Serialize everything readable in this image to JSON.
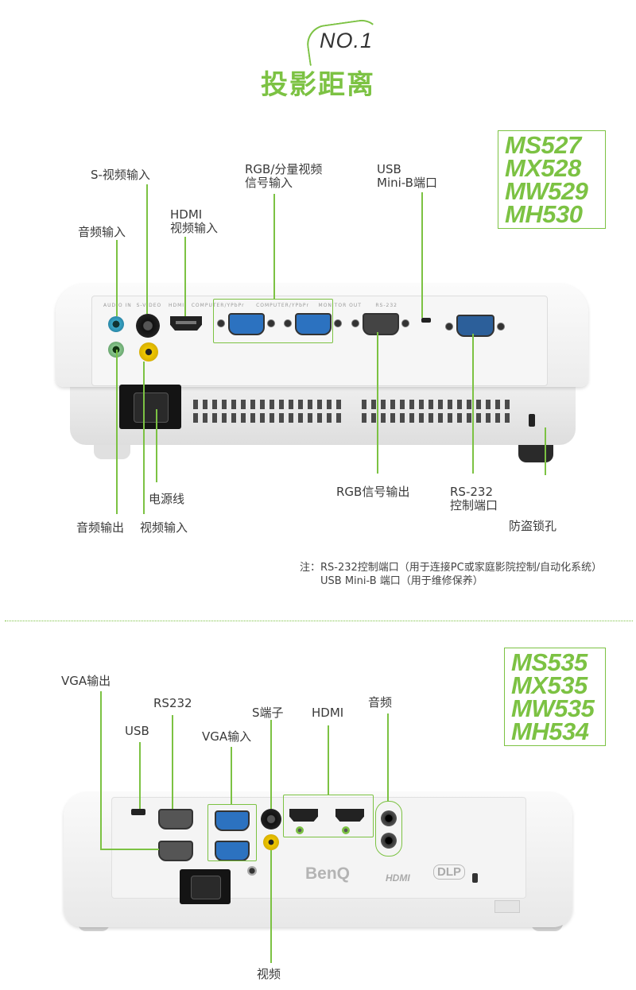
{
  "header": {
    "badge": "NO.1",
    "title": "投影距离"
  },
  "section1": {
    "models": [
      "MS527",
      "MX528",
      "MW529",
      "MH530"
    ],
    "labels": {
      "s_video_in": "S-视频输入",
      "rgb_component_in_1": "RGB/分量视频",
      "rgb_component_in_2": "信号输入",
      "usb_1": "USB",
      "usb_2": "Mini-B端口",
      "hdmi_1": "HDMI",
      "hdmi_2": "视频输入",
      "audio_in": "音频输入",
      "power_cord": "电源线",
      "rgb_out": "RGB信号输出",
      "rs232_1": "RS-232",
      "rs232_2": "控制端口",
      "audio_out": "音频输出",
      "video_in": "视频输入",
      "lock": "防盗锁孔"
    },
    "notes": [
      "注：RS-232控制端口（用于连接PC或家庭影院控制/自动化系统）",
      "USB Mini-B 端口（用于维修保养）"
    ]
  },
  "section2": {
    "models": [
      "MS535",
      "MX535",
      "MW535",
      "MH534"
    ],
    "labels": {
      "vga_out": "VGA输出",
      "rs232": "RS232",
      "usb": "USB",
      "vga_in": "VGA输入",
      "s_port": "S端子",
      "hdmi": "HDMI",
      "audio": "音频",
      "video": "视频"
    },
    "logos": {
      "brand": "BenQ",
      "hdmi": "HDMI",
      "dlp": "DLP"
    }
  },
  "colors": {
    "accent": "#7cc243",
    "text": "#3a3a3a"
  }
}
